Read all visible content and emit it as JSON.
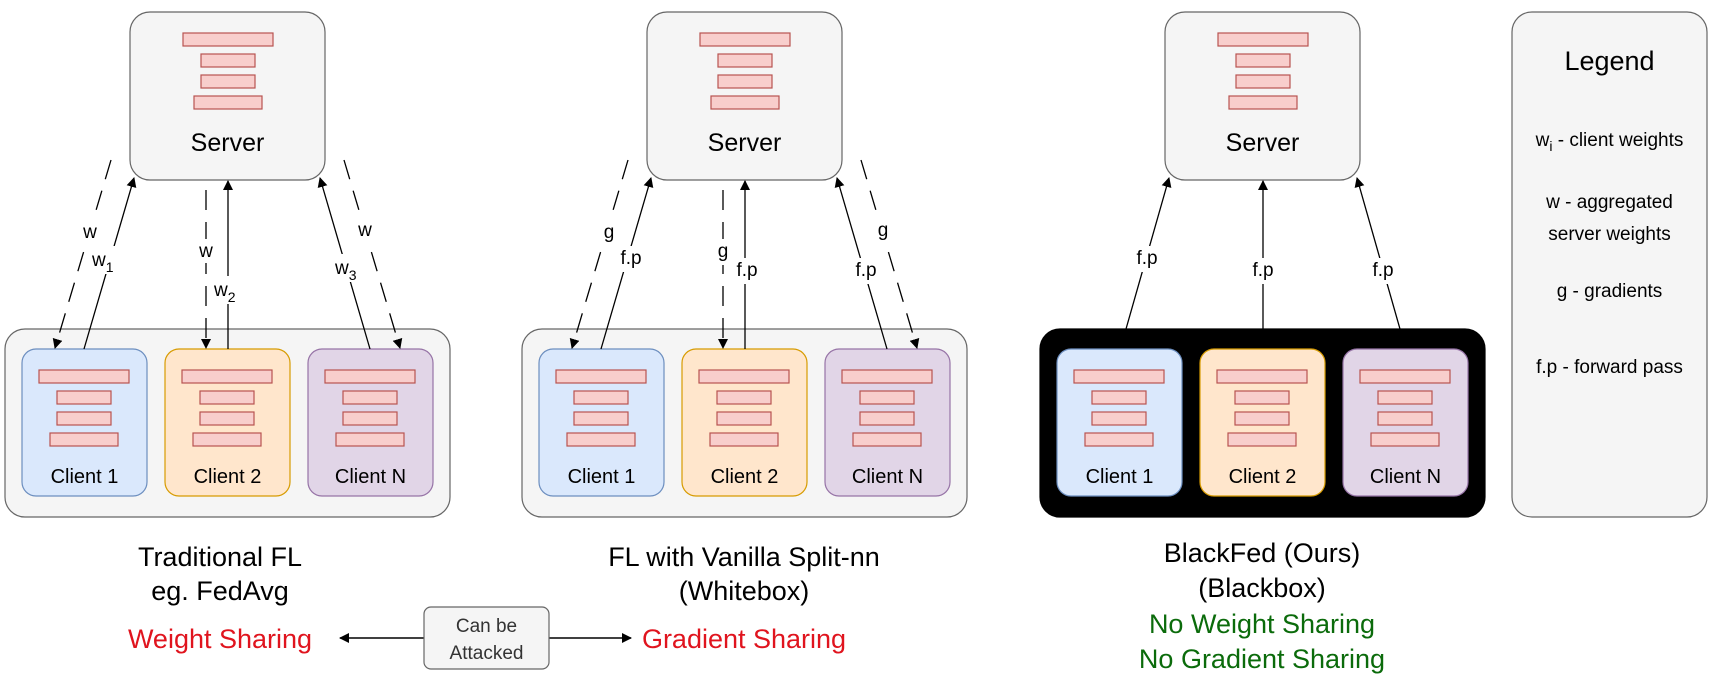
{
  "colors": {
    "server_fill": "#f5f5f5",
    "server_stroke": "#666666",
    "group_fill": "#f5f5f5",
    "group_black_fill": "#000000",
    "client1_fill": "#dae8fc",
    "client1_stroke": "#6c8ebf",
    "client2_fill": "#ffe6cc",
    "client2_stroke": "#d79b00",
    "clientN_fill": "#e1d5e7",
    "clientN_stroke": "#9673a6",
    "layer_fill": "#f8cecc",
    "layer_stroke": "#b85450",
    "red_text": "#e0141e",
    "green_text": "#0b6b0b"
  },
  "panels": [
    {
      "server_label": "Server",
      "clients": [
        "Client 1",
        "Client 2",
        "Client N"
      ],
      "edge_labels": {
        "down_left": "w",
        "up_left": "w",
        "up_left_sub": "1",
        "down_mid": "w",
        "up_mid": "w",
        "up_mid_sub": "2",
        "up_right": "w",
        "up_right_sub": "3",
        "down_right": "w"
      },
      "caption_line1": "Traditional FL",
      "caption_line2": "eg. FedAvg",
      "sharing": "Weight Sharing"
    },
    {
      "server_label": "Server",
      "clients": [
        "Client 1",
        "Client 2",
        "Client N"
      ],
      "edge_labels": {
        "down_left": "g",
        "up_left": "f.p",
        "down_mid": "g",
        "up_mid": "f.p",
        "up_right": "f.p",
        "down_right": "g"
      },
      "caption_line1": "FL with Vanilla Split-nn",
      "caption_line2": "(Whitebox)",
      "sharing": "Gradient Sharing"
    },
    {
      "server_label": "Server",
      "clients": [
        "Client 1",
        "Client 2",
        "Client N"
      ],
      "edge_labels": {
        "up_left": "f.p",
        "up_mid": "f.p",
        "up_right": "f.p"
      },
      "caption_line1": "BlackFed (Ours)",
      "caption_line2": "(Blackbox)",
      "no_weight": "No Weight Sharing",
      "no_gradient": "No Gradient Sharing"
    }
  ],
  "attack_box": {
    "line1": "Can be",
    "line2": "Attacked"
  },
  "legend": {
    "title": "Legend",
    "wi_main": "w",
    "wi_sub": "i",
    "wi_desc": " - client weights",
    "w_line1": "w - aggregated",
    "w_line2": "server weights",
    "g_desc": "g - gradients",
    "fp_desc": "f.p - forward pass"
  }
}
